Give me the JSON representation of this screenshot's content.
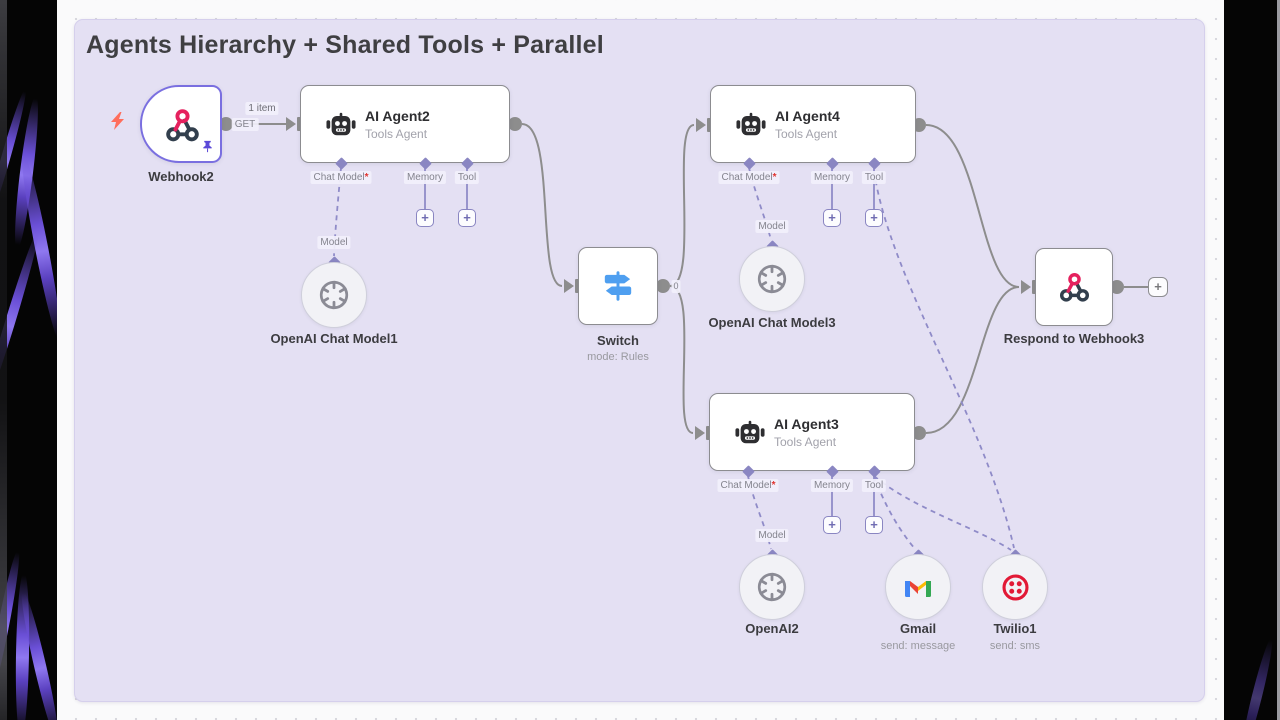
{
  "title": "Agents Hierarchy + Shared Tools + Parallel",
  "colors": {
    "sticky_bg": "#e4e0f3",
    "canvas_bg": "#fafafb",
    "wallpaper": "#050505",
    "wire_gray": "#8d8d8d",
    "connector_purple": "#8a86c2",
    "webhook_border_purple": "#7a6fe0",
    "switch_blue": "#4f9ff0",
    "twilio_red": "#e21936",
    "gmail_red": "#ea4335",
    "gmail_blue": "#4285f4",
    "gmail_green": "#34a853",
    "gmail_yellow": "#fbbc04",
    "lightning_orange": "#ff6e5c",
    "pin_purple": "#5a48d8",
    "required_red": "#e0342f"
  },
  "icons": {
    "plus": "+"
  },
  "connector_labels": {
    "chat_model": "Chat Model",
    "required_mark": "*",
    "memory": "Memory",
    "tool": "Tool",
    "model": "Model"
  },
  "connections": {
    "webhook_items": "1 item",
    "webhook_method": "GET",
    "switch_output_index": "0"
  },
  "nodes": {
    "webhook2": {
      "label": "Webhook2"
    },
    "ai_agent2": {
      "title": "AI Agent2",
      "subtitle": "Tools Agent"
    },
    "ai_agent3": {
      "title": "AI Agent3",
      "subtitle": "Tools Agent"
    },
    "ai_agent4": {
      "title": "AI Agent4",
      "subtitle": "Tools Agent"
    },
    "switch": {
      "label": "Switch",
      "subtitle": "mode: Rules"
    },
    "openai_chat_model1": {
      "label": "OpenAI Chat Model1"
    },
    "openai_chat_model3": {
      "label": "OpenAI Chat Model3"
    },
    "openai2": {
      "label": "OpenAI2"
    },
    "gmail": {
      "label": "Gmail",
      "subtitle": "send: message"
    },
    "twilio1": {
      "label": "Twilio1",
      "subtitle": "send: sms"
    },
    "respond_to_webhook3": {
      "label": "Respond to Webhook3"
    }
  }
}
